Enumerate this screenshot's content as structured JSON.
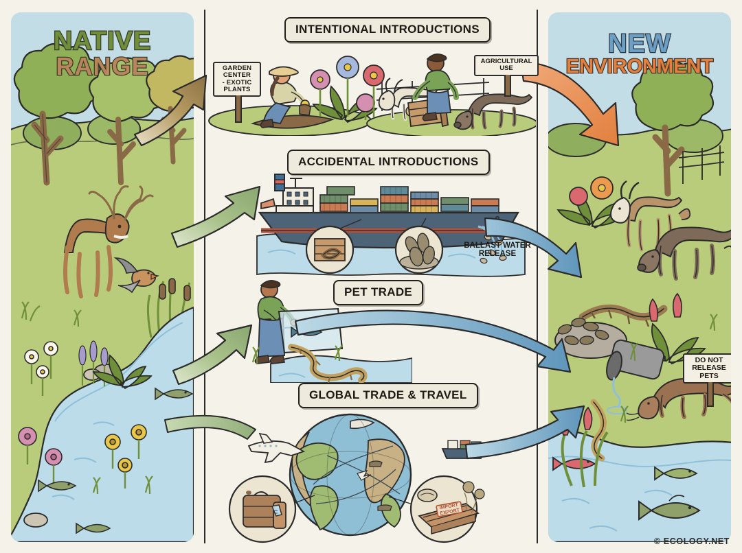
{
  "poster": {
    "credit": "© ECOLOGY.NET",
    "background_color": "#f5f2e9"
  },
  "panels": {
    "native": {
      "title_line1": "NATIVE",
      "title_line2": "RANGE",
      "title_color_1": "#6f8f3a",
      "title_color_2": "#b8855c",
      "scene_items": [
        "deer",
        "songbird",
        "oak trees",
        "wildflowers",
        "cattails",
        "stream",
        "native fish"
      ]
    },
    "new": {
      "title_line1": "NEW",
      "title_line2": "ENVIRONMENT",
      "title_color_1": "#6d9ec4",
      "title_color_2": "#e2803f",
      "scene_items": [
        "feral goat",
        "wild boar",
        "invasive snake",
        "zebra mussels",
        "nutria",
        "invasive plants",
        "drain pipe",
        "invasive fish"
      ]
    }
  },
  "sections": [
    {
      "id": "intentional",
      "label": "INTENTIONAL INTRODUCTIONS",
      "arrow_color": "#8c7243",
      "scenes": [
        "garden-center-planting",
        "livestock-release"
      ]
    },
    {
      "id": "accidental",
      "label": "ACCIDENTAL INTRODUCTIONS",
      "arrow_color": "#93ae7a",
      "scenes": [
        "container-ship",
        "stowaway-snake-crate",
        "mussels-on-hull",
        "ballast-discharge"
      ]
    },
    {
      "id": "pet",
      "label": "PET TRADE",
      "arrow_color": "#93ae7a",
      "scenes": [
        "aquarium-release"
      ]
    },
    {
      "id": "global",
      "label": "GLOBAL TRADE & TRAVEL",
      "arrow_color": "#93ae7a",
      "scenes": [
        "globe-routes",
        "luggage",
        "airplane",
        "cargo-ship",
        "import-export-pallet"
      ]
    }
  ],
  "signs": {
    "garden_center": "GARDEN\nCENTER\n- EXOTIC\nPLANTS",
    "garden_center_lines": [
      "GARDEN",
      "CENTER",
      "- EXOTIC",
      "PLANTS"
    ],
    "agricultural_use_lines": [
      "AGRICULTURAL",
      "USE"
    ],
    "do_not_release_lines": [
      "DO NOT",
      "RELEASE",
      "PETS"
    ],
    "ballast_water_lines": [
      "BALLAST WATER",
      "RELEASE"
    ],
    "import_export_lines": [
      "IMPORT",
      "EXPORT"
    ]
  },
  "colors": {
    "paper": "#f5f2e9",
    "ink": "#2b2b2b",
    "sky": "#c2dde5",
    "grass": "#b9cc7c",
    "water": "#bcdcea",
    "arrow_brown": "#8c7243",
    "arrow_green": "#93ae7a",
    "arrow_blue": "#5f96bb",
    "arrow_orange": "#e2803f"
  }
}
